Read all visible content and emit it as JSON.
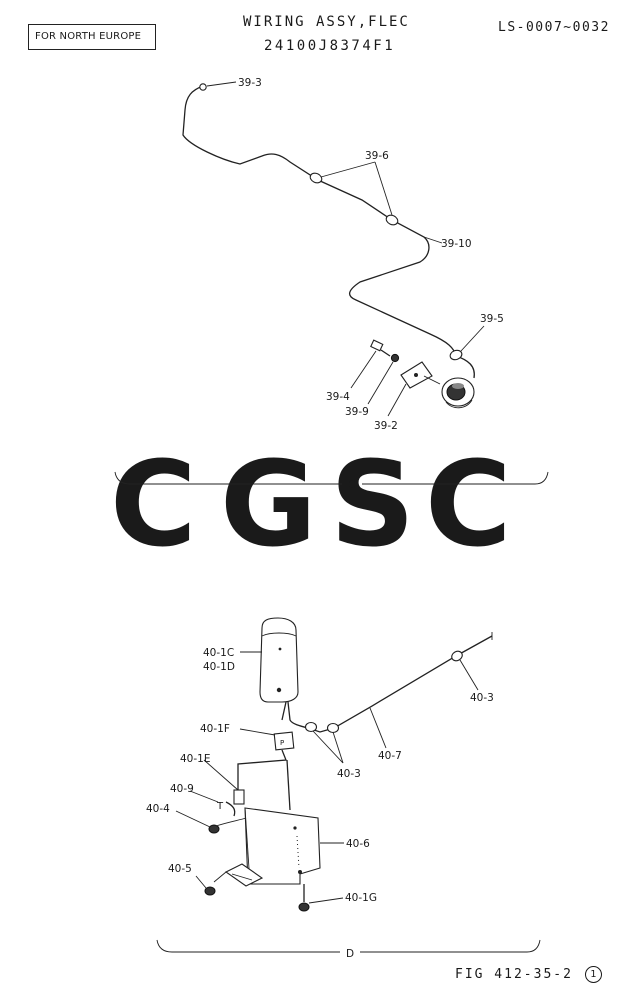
{
  "header": {
    "region": "FOR NORTH EUROPE",
    "title": "WIRING ASSY,FLEC",
    "part_number": "24100J8374F1",
    "serial_range": "LS-0007~0032"
  },
  "callouts": {
    "c39_3": "39-3",
    "c39_6": "39-6",
    "c39_10": "39-10",
    "c39_5": "39-5",
    "c39_4": "39-4",
    "c39_9": "39-9",
    "c39_2": "39-2",
    "c40_1c": "40-1C",
    "c40_1d": "40-1D",
    "c40_3a": "40-3",
    "c40_1f": "40-1F",
    "c40_7": "40-7",
    "c40_3b": "40-3",
    "c40_1e": "40-1E",
    "c40_9": "40-9",
    "c40_4": "40-4",
    "c40_6": "40-6",
    "c40_5": "40-5",
    "c40_1g": "40-1G"
  },
  "groups": {
    "c": "C",
    "d": "D"
  },
  "watermark": [
    "C",
    "G",
    "S",
    "C"
  ],
  "watermark_colors": [
    "#8fb4f6",
    "#f08f88",
    "#f8dc82",
    "#8ccba8"
  ],
  "figure": {
    "label": "FIG 412-35-2",
    "sheet": "1"
  }
}
